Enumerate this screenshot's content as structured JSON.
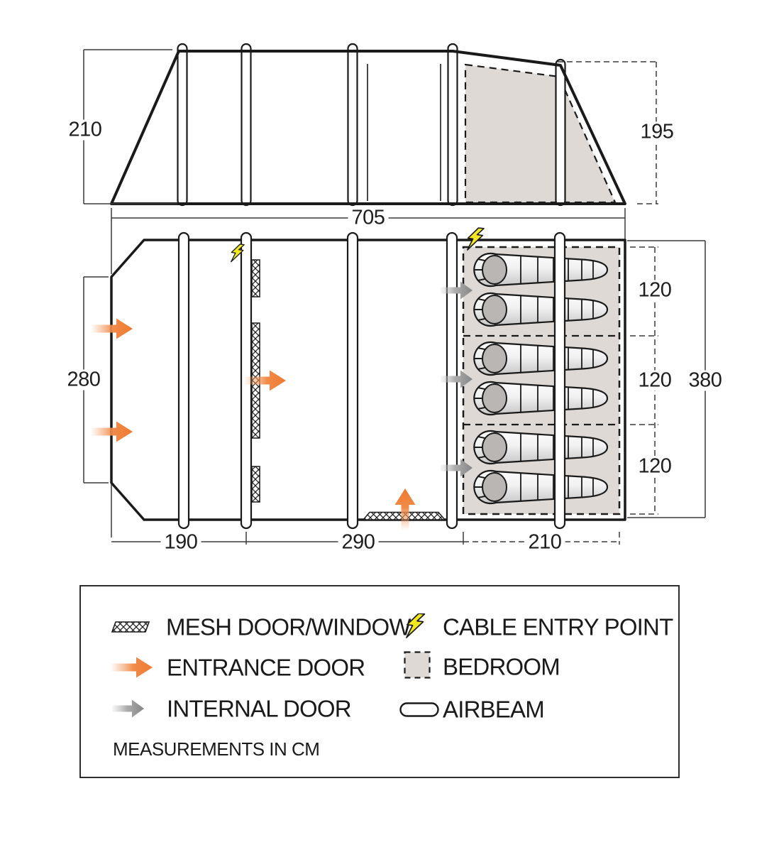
{
  "diagram_type": "tent floor plan and side elevation",
  "elevation": {
    "height_front_cm": "210",
    "height_rear_cm": "195",
    "length_cm": "705"
  },
  "floor_plan": {
    "front_width_cm": "280",
    "section_lengths_cm": [
      "190",
      "290",
      "210"
    ],
    "berth_widths_cm": [
      "120",
      "120",
      "120"
    ],
    "bedroom_total_width_cm": "380",
    "airbeam_count": 5,
    "sleeping_bag_count": 6
  },
  "legend": {
    "items": [
      {
        "id": "mesh",
        "label": "MESH DOOR/WINDOW"
      },
      {
        "id": "cable",
        "label": "CABLE ENTRY POINT"
      },
      {
        "id": "entrance",
        "label": "ENTRANCE DOOR"
      },
      {
        "id": "bedroom",
        "label": "BEDROOM"
      },
      {
        "id": "internal",
        "label": "INTERNAL DOOR"
      },
      {
        "id": "airbeam",
        "label": "AIRBEAM"
      }
    ],
    "note": "MEASUREMENTS IN CM"
  },
  "colors": {
    "outline": "#1A1A1A",
    "dimension_lines": "#3A3A3A",
    "entrance_arrow": "#EE7A30",
    "internal_arrow": "#8A8A8A",
    "cable_bolt": "#F3E821",
    "bedroom_fill": "#DED9D4"
  }
}
